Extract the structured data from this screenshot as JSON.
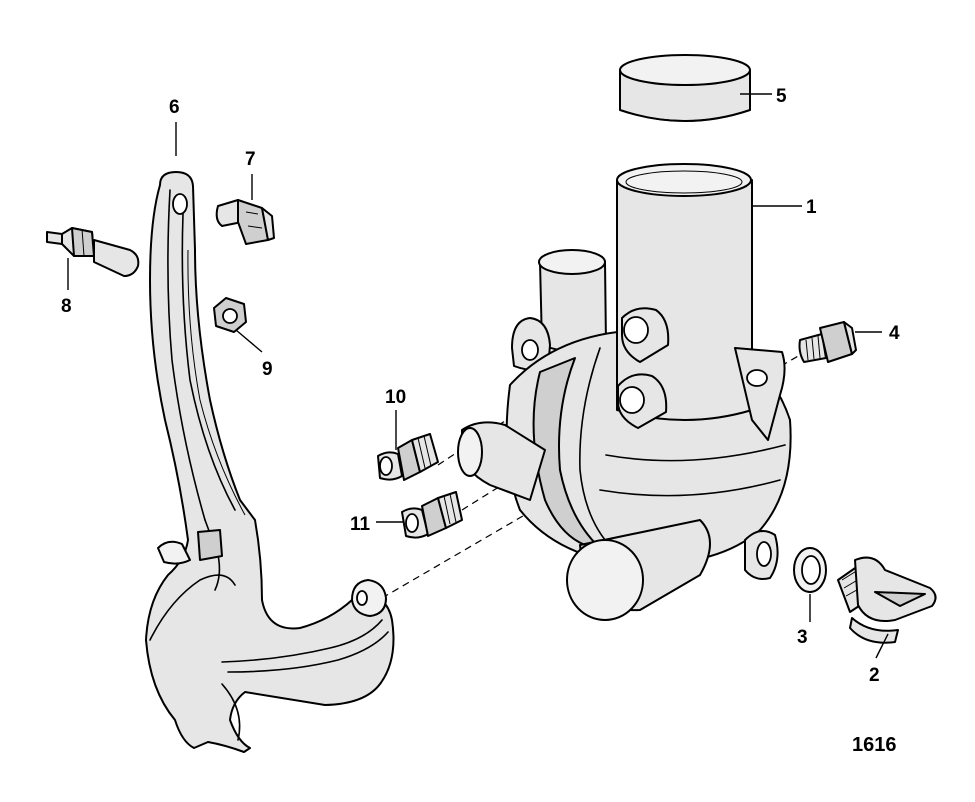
{
  "callouts": {
    "c1": "1",
    "c2": "2",
    "c3": "3",
    "c4": "4",
    "c5": "5",
    "c6": "6",
    "c7": "7",
    "c8": "8",
    "c9": "9",
    "c10": "10",
    "c11": "11"
  },
  "figure_number": "1616"
}
